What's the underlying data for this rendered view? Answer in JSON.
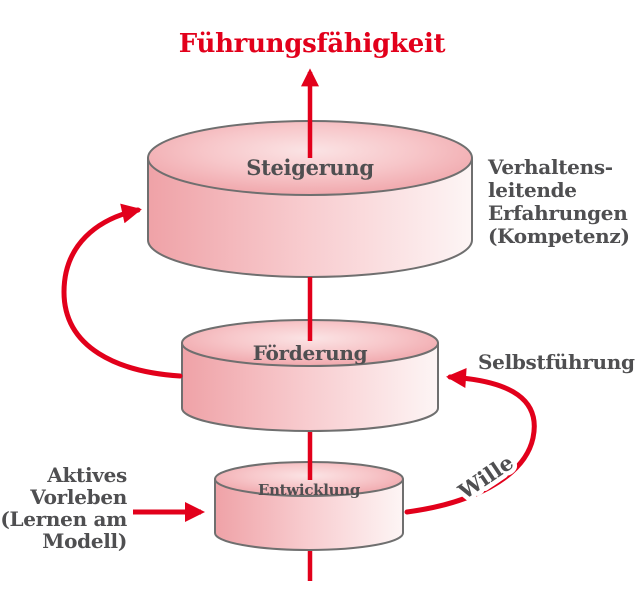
{
  "title": "Führungsfähigkeit",
  "cylinders": {
    "top": "Steigerung",
    "middle": "Förderung",
    "bottom": "Entwicklung"
  },
  "annotations": {
    "experience": {
      "lines": [
        "Verhaltens-",
        "leitende",
        "Erfahrungen",
        "(Kompetenz)"
      ]
    },
    "self_leadership": "Selbstführung",
    "will": "Wille",
    "role_model": {
      "lines": [
        "Aktives",
        "Vorleben",
        "(Lernen am",
        "Modell)"
      ]
    }
  },
  "colors": {
    "accent_red": "#e2001b",
    "label_gray": "#4f4f51",
    "cylinder_outline": "#6f6f6f",
    "cylinder_pink_dark": "#efa2a7",
    "cylinder_pink_mid": "#f8cdd0",
    "cylinder_pink_light": "#fdf5f5",
    "background": "#ffffff"
  }
}
